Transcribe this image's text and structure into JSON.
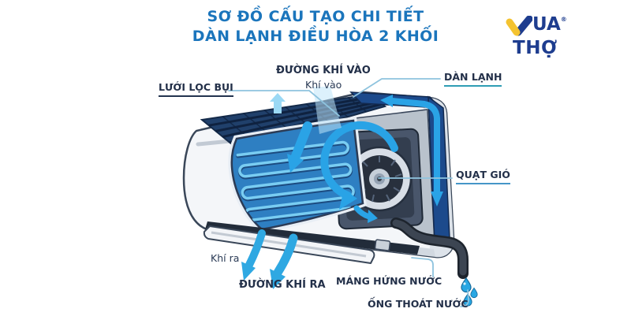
{
  "title": {
    "line1": "SƠ ĐỒ CẤU TẠO CHI TIẾT",
    "line2": "DÀN LẠNH ĐIỀU HÒA 2 KHỐI"
  },
  "logo": {
    "text_ua": "UA",
    "text_tho": "THỢ",
    "registered": "®"
  },
  "labels": {
    "luoi_loc_bui": "LƯỚI LỌC BỤI",
    "duong_khi_vao": "ĐƯỜNG KHÍ VÀO",
    "khi_vao": "Khí vào",
    "dan_lanh": "DÀN LẠNH",
    "quat_gio": "QUẠT GIÓ",
    "khi_ra": "Khí ra",
    "duong_khi_ra": "ĐƯỜNG KHÍ RA",
    "mang_hung_nuoc": "MÁNG HỨNG NƯỚC",
    "ong_thoat_nuoc": "ỐNG THOÁT NƯỚC"
  },
  "colors": {
    "title_blue": "#1b75bc",
    "label_navy": "#233049",
    "leader_blue": "#8ec3de",
    "flow_arrow_blue": "#2aa3e6",
    "soft_arrow_blue": "#9bd9f5",
    "channel_navy": "#1c4a8c",
    "coil_blue": "#2e7fc2",
    "coil_tube_blue": "#79cdf2",
    "casing_white": "#f4f6f9",
    "outline_dark": "#3a4759",
    "pipe_dark": "#323a45",
    "water_drop_blue": "#29a7e3",
    "logo_navy": "#1e3d8f",
    "logo_yellow": "#f4c330"
  }
}
